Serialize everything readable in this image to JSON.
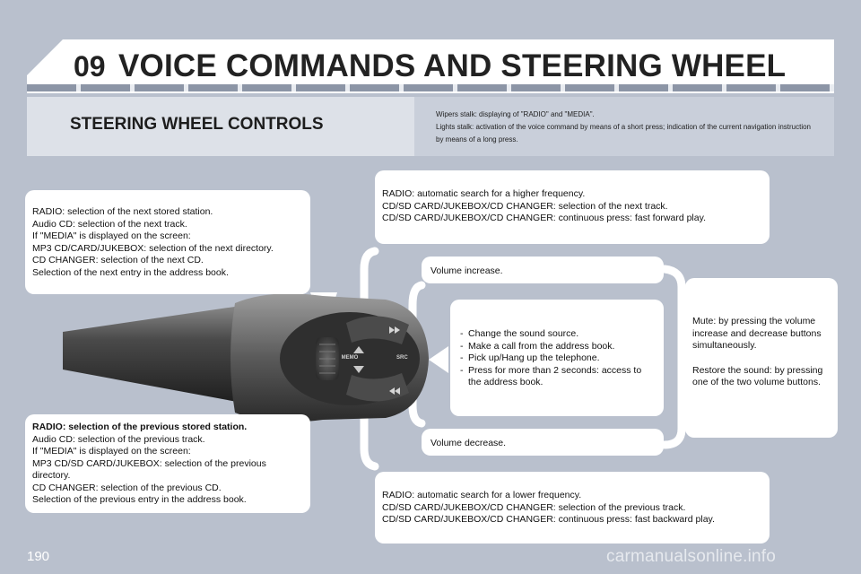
{
  "header": {
    "chapter": "09",
    "title": "VOICE COMMANDS AND STEERING WHEEL"
  },
  "section": {
    "title": "STEERING WHEEL CONTROLS",
    "stalks": [
      "Wipers stalk: displaying of \"RADIO\" and \"MEDIA\".",
      "Lights stalk: activation of the voice command by means of a short press; indication of the current navigation instruction by means of a long press."
    ]
  },
  "boxes": {
    "next": [
      "RADIO: selection of the next stored station.",
      "Audio CD: selection of the next track.",
      "If \"MEDIA\" is displayed on the screen:",
      "MP3 CD/CARD/JUKEBOX: selection of the next directory.",
      "CD CHANGER: selection of the next CD.",
      "Selection of the next entry in the address book."
    ],
    "higher": [
      "RADIO: automatic search for a higher frequency.",
      "CD/SD CARD/JUKEBOX/CD CHANGER: selection of the next track.",
      "CD/SD CARD/JUKEBOX/CD CHANGER: continuous press: fast forward play."
    ],
    "volume_increase": "Volume increase.",
    "source": [
      "Change the sound source.",
      "Make a call from the address book.",
      "Pick up/Hang up the telephone.",
      "Press for more than 2 seconds: access to the address book."
    ],
    "mute": [
      "Mute: by pressing the volume increase and decrease buttons simultaneously.",
      "Restore the sound: by pressing one of the two volume buttons."
    ],
    "volume_decrease": "Volume decrease.",
    "previous": [
      "RADIO: selection of the previous stored station.",
      "Audio CD: selection of the previous track.",
      "If \"MEDIA\" is displayed on the screen:",
      "MP3 CD/SD CARD/JUKEBOX: selection of the previous directory.",
      "CD CHANGER: selection of the previous CD.",
      "Selection of the previous entry in the address book."
    ],
    "lower": [
      "RADIO: automatic search for a lower frequency.",
      "CD/SD CARD/JUKEBOX/CD CHANGER: selection of the previous track.",
      "CD/SD CARD/JUKEBOX/CD CHANGER: continuous press: fast backward play."
    ]
  },
  "control": {
    "memo_label": "MEMO",
    "src_label": "SRC"
  },
  "footer": {
    "page_number": "190",
    "watermark": "carmanualsonline.info"
  },
  "colors": {
    "background": "#b9c0cd",
    "panel": "#ffffff",
    "band": "#dde1e8",
    "stalk_dark": "#3a3a3a"
  }
}
